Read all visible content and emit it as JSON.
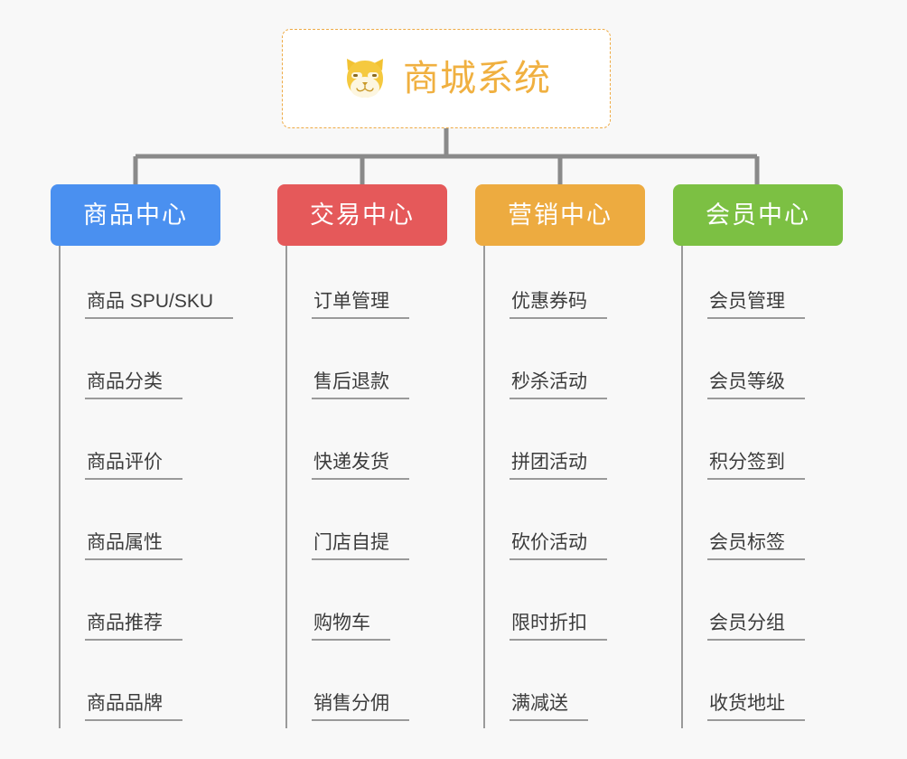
{
  "diagram": {
    "title": "商城系统",
    "root_icon": "shiba-dog-icon",
    "background_color": "#f8f8f8",
    "root": {
      "label": "商城系统",
      "border_color": "#eeaa44",
      "text_color": "#f0b040",
      "background_color": "#ffffff",
      "border_style": "dashed"
    },
    "connector_color": "#8a8a8a",
    "branches": [
      {
        "label": "商品中心",
        "color": "#4a90f0",
        "items": [
          "商品 SPU/SKU",
          "商品分类",
          "商品评价",
          "商品属性",
          "商品推荐",
          "商品品牌"
        ]
      },
      {
        "label": "交易中心",
        "color": "#e5595a",
        "items": [
          "订单管理",
          "售后退款",
          "快递发货",
          "门店自提",
          "购物车",
          "销售分佣"
        ]
      },
      {
        "label": "营销中心",
        "color": "#edab40",
        "items": [
          "优惠券码",
          "秒杀活动",
          "拼团活动",
          "砍价活动",
          "限时折扣",
          "满减送"
        ]
      },
      {
        "label": "会员中心",
        "color": "#7cc043",
        "items": [
          "会员管理",
          "会员等级",
          "积分签到",
          "会员标签",
          "会员分组",
          "收货地址"
        ]
      }
    ]
  }
}
